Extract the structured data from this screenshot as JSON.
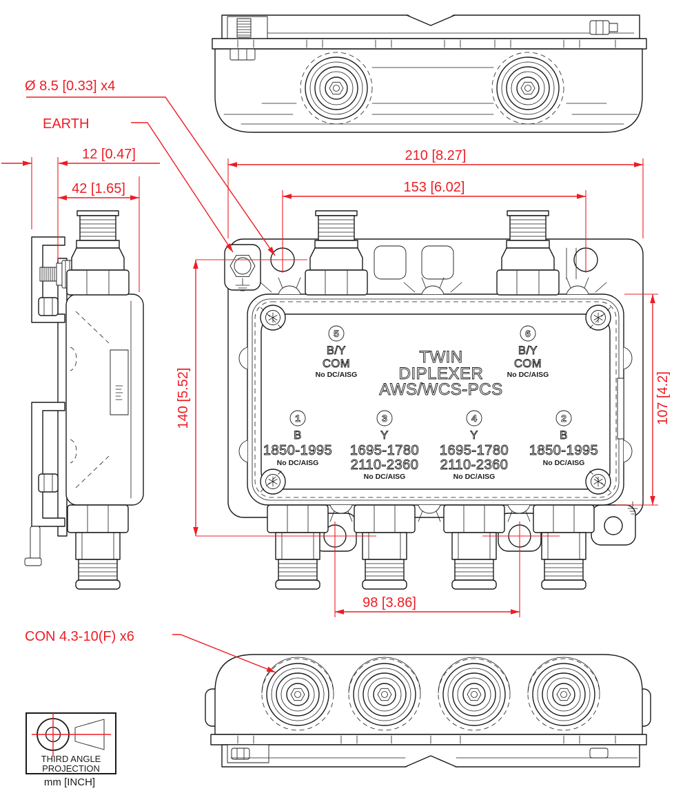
{
  "colors": {
    "line": "#1a1a1a",
    "dimension": "#ED1C24",
    "background": "#ffffff"
  },
  "callouts": {
    "mounting_hole": "Ø 8.5 [0.33] x4",
    "earth": "EARTH",
    "connector": "CON 4.3-10(F) x6"
  },
  "dimensions": {
    "bracket_offset": "12 [0.47]",
    "body_depth": "42 [1.65]",
    "overall_width": "210 [8.27]",
    "top_hole_spacing": "153 [6.02]",
    "mounting_height": "140 [5.52]",
    "body_height": "107 [4.2]",
    "bottom_hole_spacing": "98 [3.86]"
  },
  "faceplate": {
    "title": [
      "TWIN",
      "DIPLEXER",
      "AWS/WCS-PCS"
    ],
    "ports": [
      {
        "num": "5",
        "line1": "B/Y",
        "line2": "COM",
        "note": "No DC/AISG"
      },
      {
        "num": "6",
        "line1": "B/Y",
        "line2": "COM",
        "note": "No DC/AISG"
      },
      {
        "num": "1",
        "line1": "B",
        "range1": "1850-1995",
        "note": "No DC/AISG"
      },
      {
        "num": "3",
        "line1": "Y",
        "range1": "1695-1780",
        "range2": "2110-2360",
        "note": "No DC/AISG"
      },
      {
        "num": "4",
        "line1": "Y",
        "range1": "1695-1780",
        "range2": "2110-2360",
        "note": "No DC/AISG"
      },
      {
        "num": "2",
        "line1": "B",
        "range1": "1850-1995",
        "note": "No DC/AISG"
      }
    ]
  },
  "projection": {
    "line1": "THIRD ANGLE",
    "line2": "PROJECTION",
    "units": "mm [INCH]"
  }
}
